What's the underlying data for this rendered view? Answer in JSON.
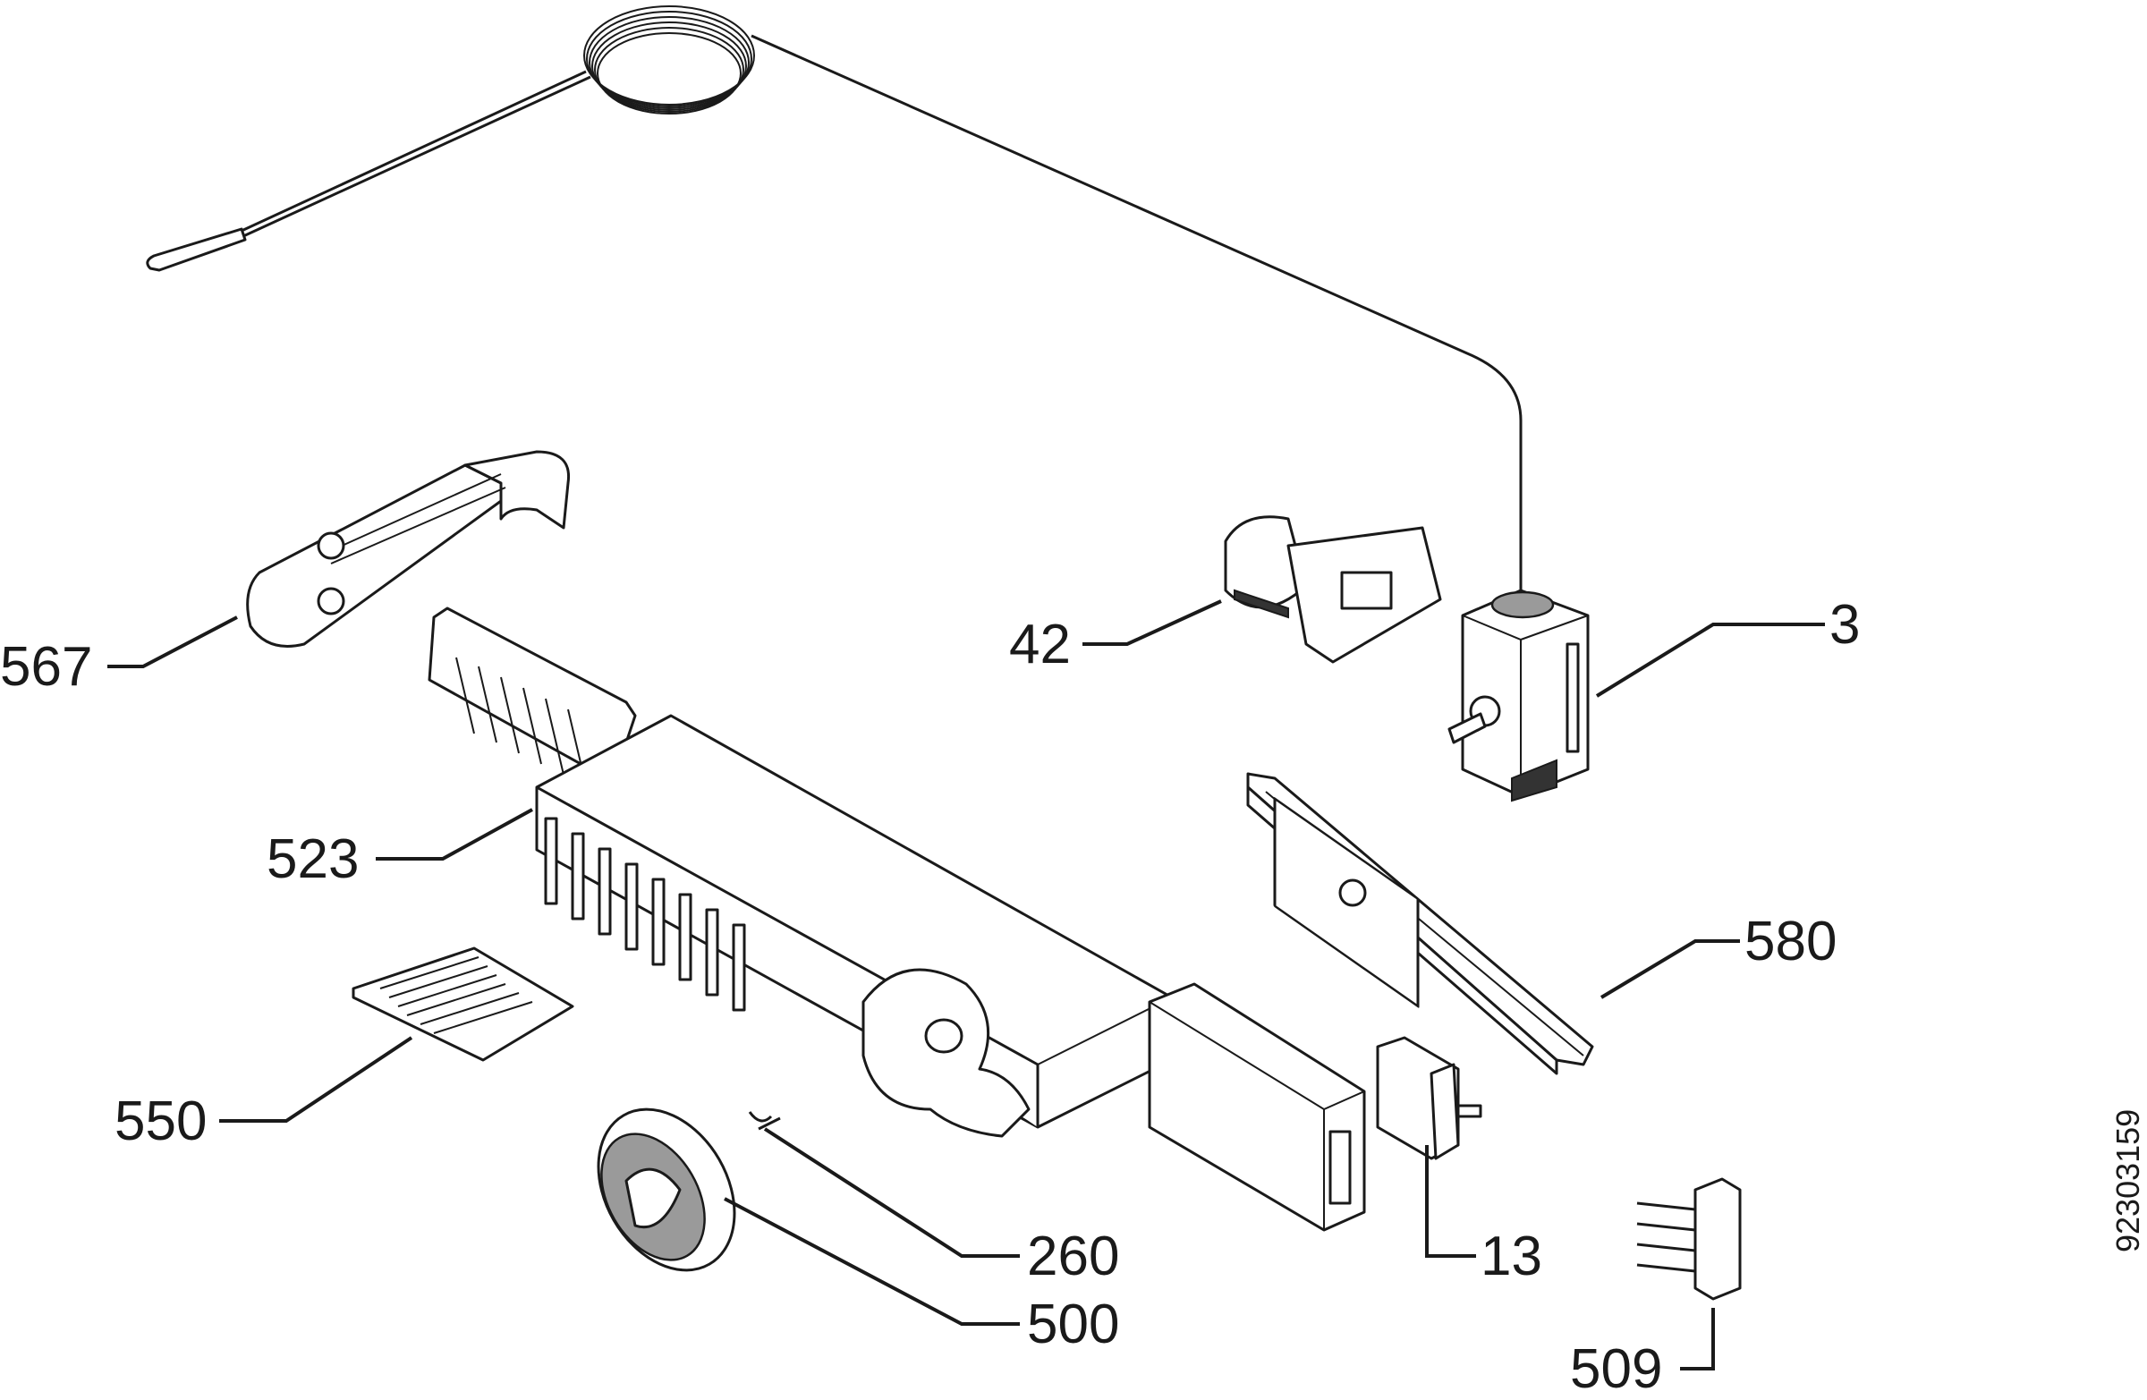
{
  "diagram": {
    "document_number": "92303159",
    "parts": [
      {
        "id": "part-3",
        "label": "3"
      },
      {
        "id": "part-13",
        "label": "13"
      },
      {
        "id": "part-42",
        "label": "42"
      },
      {
        "id": "part-260",
        "label": "260"
      },
      {
        "id": "part-500",
        "label": "500"
      },
      {
        "id": "part-509",
        "label": "509"
      },
      {
        "id": "part-523",
        "label": "523"
      },
      {
        "id": "part-550",
        "label": "550"
      },
      {
        "id": "part-567",
        "label": "567"
      },
      {
        "id": "part-580",
        "label": "580"
      }
    ]
  }
}
